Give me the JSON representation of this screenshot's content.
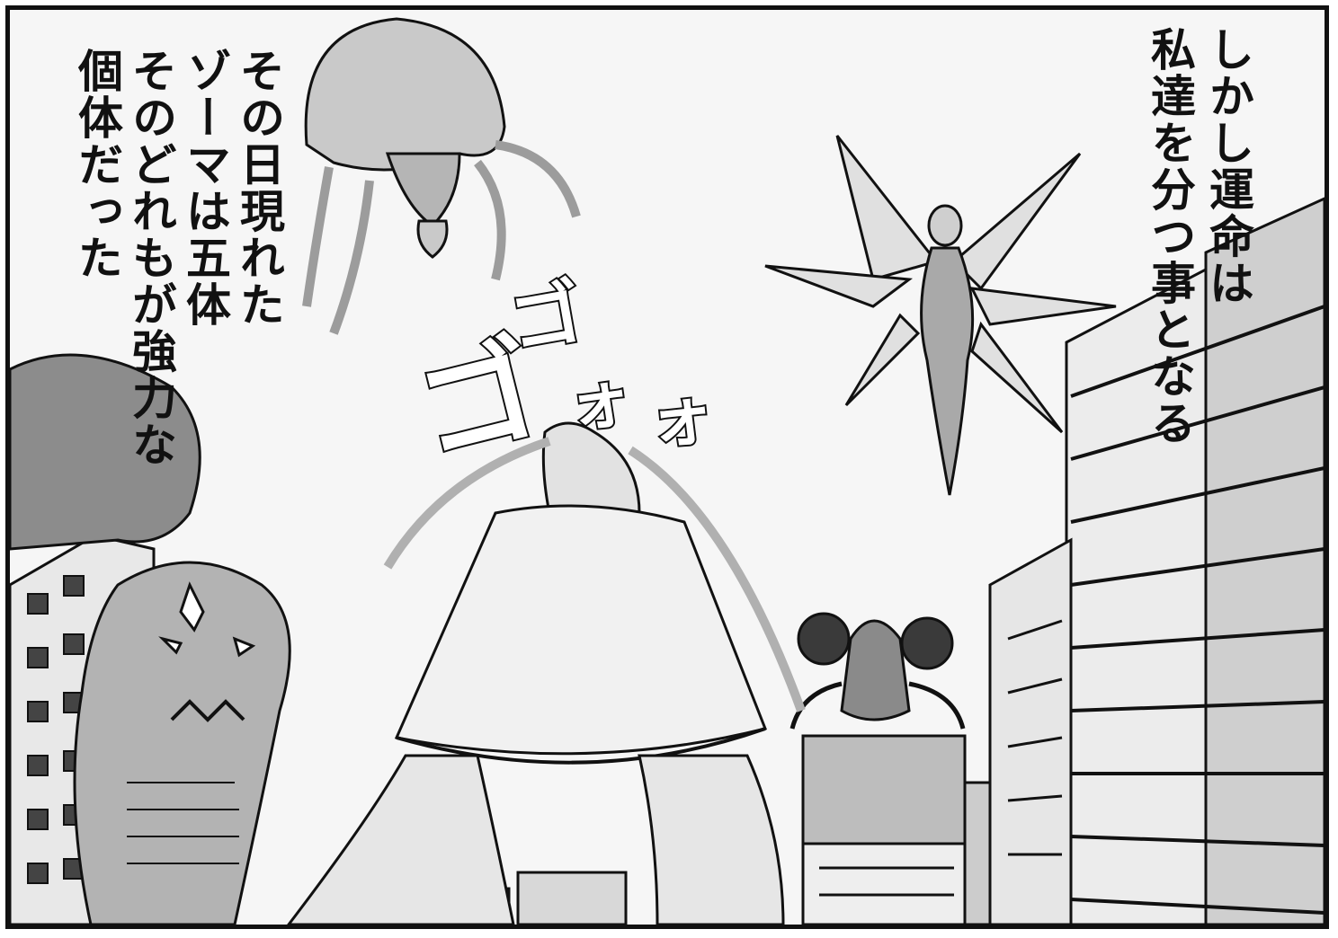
{
  "narration_right": [
    "しかし運命は",
    "私達を分つ事となる"
  ],
  "narration_left": [
    "その日現れた",
    "ゾーマは五体",
    "そのどれもが強力な",
    "個体だった"
  ],
  "sfx": [
    "ゴ",
    "ゴ",
    "ォ",
    "ォ"
  ],
  "colors": {
    "ink": "#111111",
    "paper": "#ffffff",
    "tone_light": "#d9d9d9",
    "tone_mid": "#a8a8a8",
    "tone_dark": "#6a6a6a"
  }
}
